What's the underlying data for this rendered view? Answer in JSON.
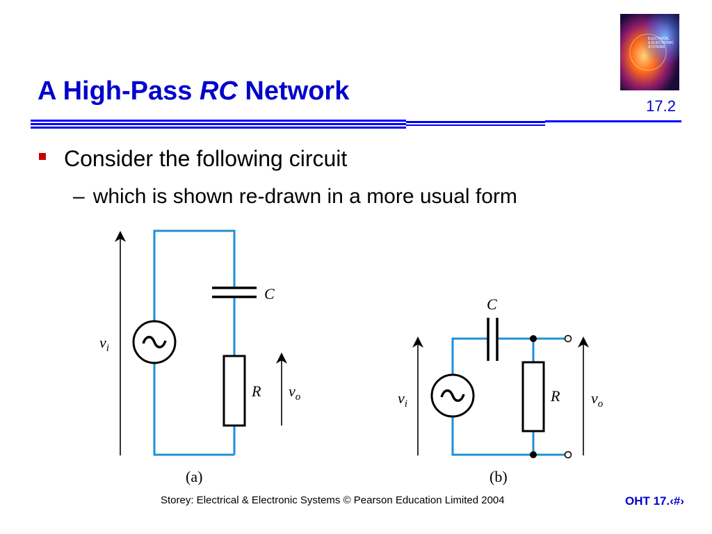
{
  "slide": {
    "title_prefix": "A High-Pass ",
    "title_emphasis": "RC",
    "title_suffix": " Network",
    "slide_number": "17.2",
    "bullets": [
      {
        "text": "Consider the following circuit"
      },
      {
        "dash": "–",
        "text": "which is shown re-drawn in a more usual form"
      }
    ]
  },
  "cover": {
    "lines": [
      "ELECTRICAL",
      "& ELECTRONIC",
      "SYSTEMS"
    ],
    "colors": {
      "bg": "#2a0a3a",
      "orange": "#ff6a1a",
      "blue": "#3a6aff"
    }
  },
  "circuit_a": {
    "labels": {
      "capacitor": "C",
      "resistor": "R",
      "input": "v",
      "input_sub": "i",
      "output": "v",
      "output_sub": "o"
    },
    "caption": "(a)"
  },
  "circuit_b": {
    "labels": {
      "capacitor": "C",
      "resistor": "R",
      "input": "v",
      "input_sub": "i",
      "output": "v",
      "output_sub": "o"
    },
    "caption": "(b)"
  },
  "footer": {
    "credit": "Storey: Electrical & Electronic Systems © Pearson Education Limited 2004",
    "page_ref": "OHT 17.‹#›"
  },
  "colors": {
    "title": "#0000cc",
    "wire": "#1e90d6",
    "bullet": "#cc0000"
  }
}
